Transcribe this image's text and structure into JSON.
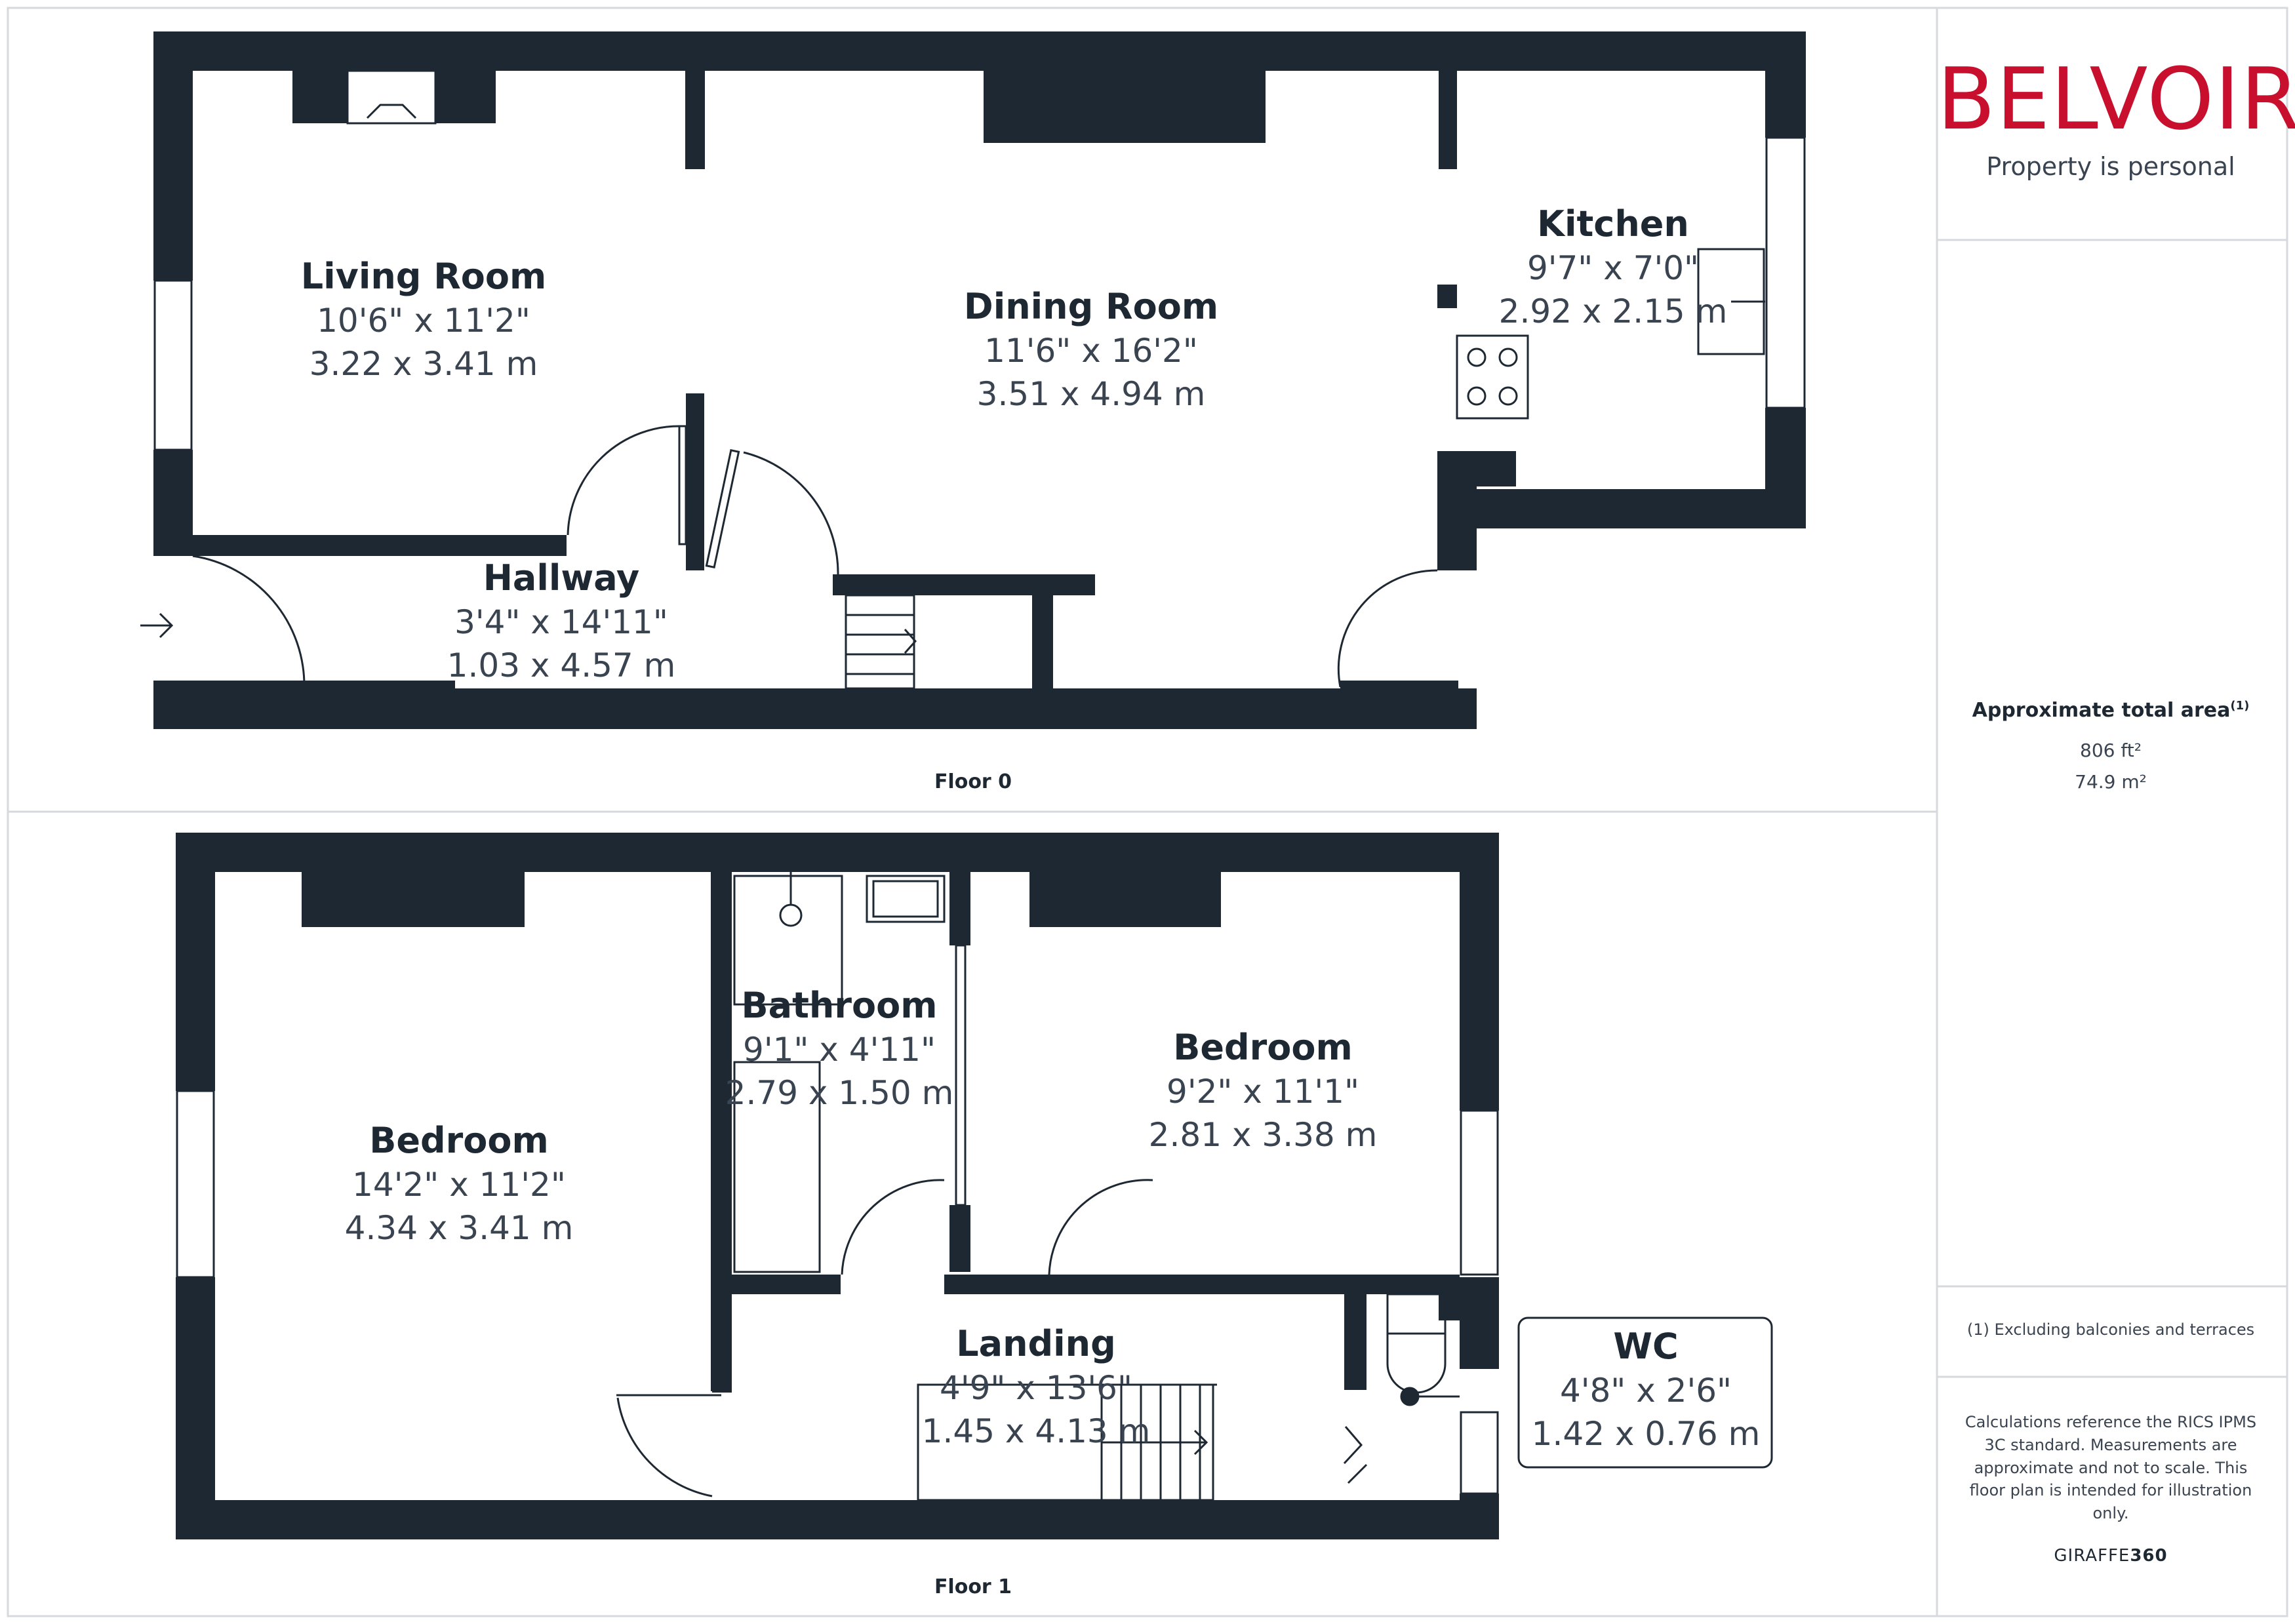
{
  "colors": {
    "wall": "#1e2833",
    "accent": "#c8102e",
    "text": "#1e2833",
    "divider": "#d6d9dd"
  },
  "floors": [
    {
      "label": "Floor 0",
      "rooms": [
        {
          "name": "Living Room",
          "imperial": "10'6\" x 11'2\"",
          "metric": "3.22 x 3.41 m"
        },
        {
          "name": "Dining Room",
          "imperial": "11'6\" x 16'2\"",
          "metric": "3.51 x 4.94 m"
        },
        {
          "name": "Kitchen",
          "imperial": "9'7\" x 7'0\"",
          "metric": "2.92 x 2.15 m"
        },
        {
          "name": "Hallway",
          "imperial": "3'4\" x 14'11\"",
          "metric": "1.03 x 4.57 m"
        }
      ]
    },
    {
      "label": "Floor 1",
      "rooms": [
        {
          "name": "Bedroom",
          "imperial": "14'2\" x 11'2\"",
          "metric": "4.34 x 3.41 m"
        },
        {
          "name": "Bathroom",
          "imperial": "9'1\" x 4'11\"",
          "metric": "2.79 x 1.50 m"
        },
        {
          "name": "Bedroom",
          "imperial": "9'2\" x 11'1\"",
          "metric": "2.81 x 3.38 m"
        },
        {
          "name": "Landing",
          "imperial": "4'9\" x 13'6\"",
          "metric": "1.45 x 4.13 m"
        },
        {
          "name": "WC",
          "imperial": "4'8\" x 2'6\"",
          "metric": "1.42 x 0.76 m"
        }
      ]
    }
  ],
  "sidebar": {
    "logo": "BELVOIR!",
    "tagline": "Property is personal",
    "area_title": "Approximate total area",
    "area_note_marker": "(1)",
    "area_ft": "806 ft²",
    "area_m": "74.9 m²",
    "footnote": "(1) Excluding balconies and terraces",
    "disclaimer": "Calculations reference the RICS IPMS 3C standard. Measurements are approximate and not to scale. This floor plan is intended for illustration only.",
    "brand_light": "GIRAFFE",
    "brand_bold": "360"
  }
}
